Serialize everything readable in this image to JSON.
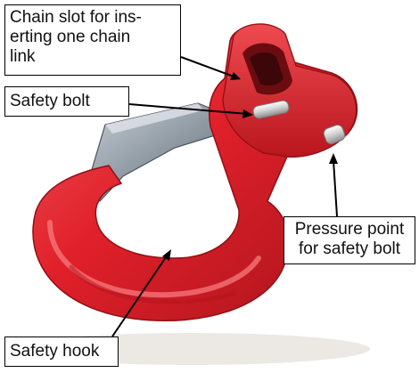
{
  "labels": {
    "chain_slot": {
      "line1": "Chain slot for ins-",
      "line2": "erting one chain",
      "line3": "link"
    },
    "safety_bolt": "Safety bolt",
    "pressure_point": {
      "line1": "Pressure point",
      "line2": "for safety bolt"
    },
    "safety_hook": "Safety hook"
  },
  "colors": {
    "hook_red": "#e0202a",
    "hook_dark": "#a8141c",
    "hook_light": "#f4666a",
    "latch_steel": "#9aa4ad",
    "bolt_silver": "#d9d9d9",
    "line": "#000000"
  }
}
